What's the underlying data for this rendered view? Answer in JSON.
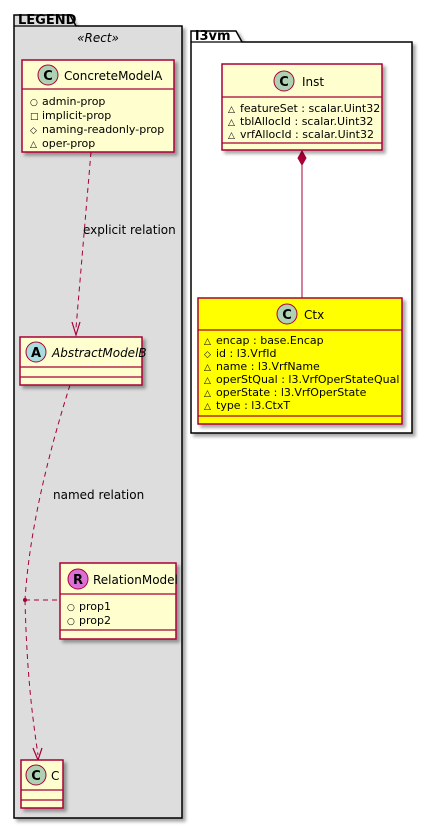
{
  "packages": {
    "legend": {
      "name": "LEGEND",
      "stereotype": "«Rect»"
    },
    "l3vm": {
      "name": "l3vm"
    }
  },
  "classes": {
    "concrete": {
      "glyph": "C",
      "name": "ConcreteModelA",
      "members": [
        {
          "vis": "○",
          "text": "admin-prop"
        },
        {
          "vis": "□",
          "text": "implicit-prop"
        },
        {
          "vis": "◇",
          "text": "naming-readonly-prop"
        },
        {
          "vis": "△",
          "text": "oper-prop"
        }
      ]
    },
    "abstract": {
      "glyph": "A",
      "name": "AbstractModelB"
    },
    "relation": {
      "glyph": "R",
      "name": "RelationModel",
      "members": [
        {
          "vis": "○",
          "text": "prop1"
        },
        {
          "vis": "○",
          "text": "prop2"
        }
      ]
    },
    "c": {
      "glyph": "C",
      "name": "C"
    },
    "inst": {
      "glyph": "C",
      "name": "Inst",
      "members": [
        {
          "vis": "△",
          "text": "featureSet : scalar.Uint32"
        },
        {
          "vis": "△",
          "text": "tblAllocId : scalar.Uint32"
        },
        {
          "vis": "△",
          "text": "vrfAllocId : scalar.Uint32"
        }
      ]
    },
    "ctx": {
      "glyph": "C",
      "name": "Ctx",
      "members": [
        {
          "vis": "△",
          "text": "encap : base.Encap"
        },
        {
          "vis": "◇",
          "text": "id : l3.VrfId"
        },
        {
          "vis": "△",
          "text": "name : l3.VrfName"
        },
        {
          "vis": "△",
          "text": "operStQual : l3.VrfOperStateQual"
        },
        {
          "vis": "△",
          "text": "operState : l3.VrfOperState"
        },
        {
          "vis": "△",
          "text": "type : l3.CtxT"
        }
      ]
    }
  },
  "edges": {
    "explicit": "explicit relation",
    "named": "named relation"
  },
  "colors": {
    "class_fill": "#FEFECE",
    "class_border": "#A80036",
    "legend_fill": "#DDDDDD",
    "highlight": "#FFFF00",
    "glyph_c": "#ADD1B2",
    "glyph_a": "#A9DCDF",
    "glyph_r": "#DA70D6"
  }
}
